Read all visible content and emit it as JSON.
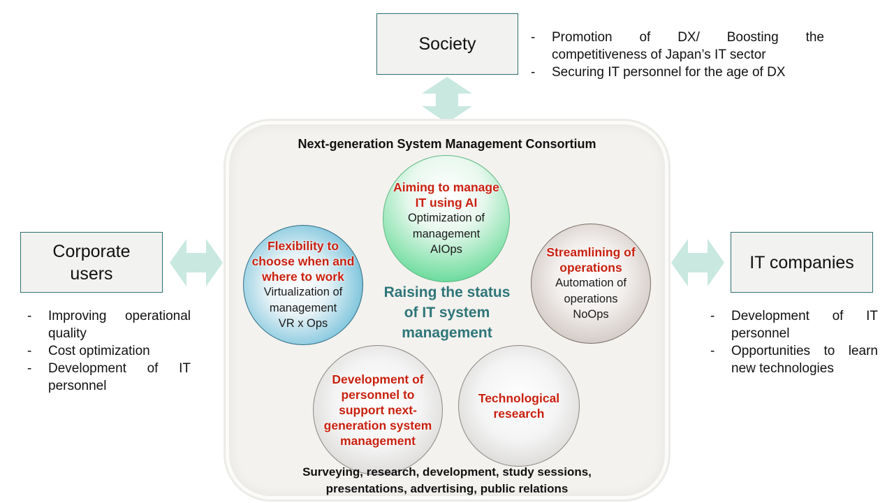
{
  "society": {
    "label": "Society",
    "bullets": [
      "Promotion of DX/ Boosting the competitiveness of Japan’s IT sector",
      "Securing IT personnel for the age of DX"
    ]
  },
  "corporate_users": {
    "label_line1": "Corporate",
    "label_line2": "users",
    "bullets": [
      "Improving operational quality",
      "Cost optimization",
      "Development of IT personnel"
    ]
  },
  "it_companies": {
    "label": "IT companies",
    "bullets": [
      "Development of IT personnel",
      "Opportunities to learn new technologies"
    ]
  },
  "consortium": {
    "title": "Next-generation System Management Consortium",
    "center": [
      "Raising the status",
      "of IT system",
      "management"
    ],
    "bottom": [
      "Surveying, research, development, study sessions,",
      "presentations, advertising, public relations"
    ]
  },
  "circles": {
    "ai": {
      "title": [
        "Aiming to manage",
        "IT using AI"
      ],
      "sub": [
        "Optimization of",
        "management",
        "AIOps"
      ]
    },
    "flex": {
      "title": [
        "Flexibility to",
        "choose when and",
        "where to work"
      ],
      "sub": [
        "Virtualization of",
        "management",
        "VR x Ops"
      ]
    },
    "stream": {
      "title": [
        "Streamlining of",
        "operations"
      ],
      "sub": [
        "Automation of",
        "operations",
        "NoOps"
      ]
    },
    "dev": {
      "title": [
        "Development of",
        "personnel to",
        "support next-",
        "generation system",
        "management"
      ]
    },
    "tech": {
      "title": [
        "Technological",
        "research"
      ]
    }
  },
  "colors": {
    "arrow": "#c8e8e0",
    "title_red": "#c8200f",
    "teal_text": "#2e7579",
    "box_border": "#2f6f6f"
  },
  "icons": [
    "double-arrow-vertical-icon",
    "double-arrow-horizontal-icon"
  ]
}
